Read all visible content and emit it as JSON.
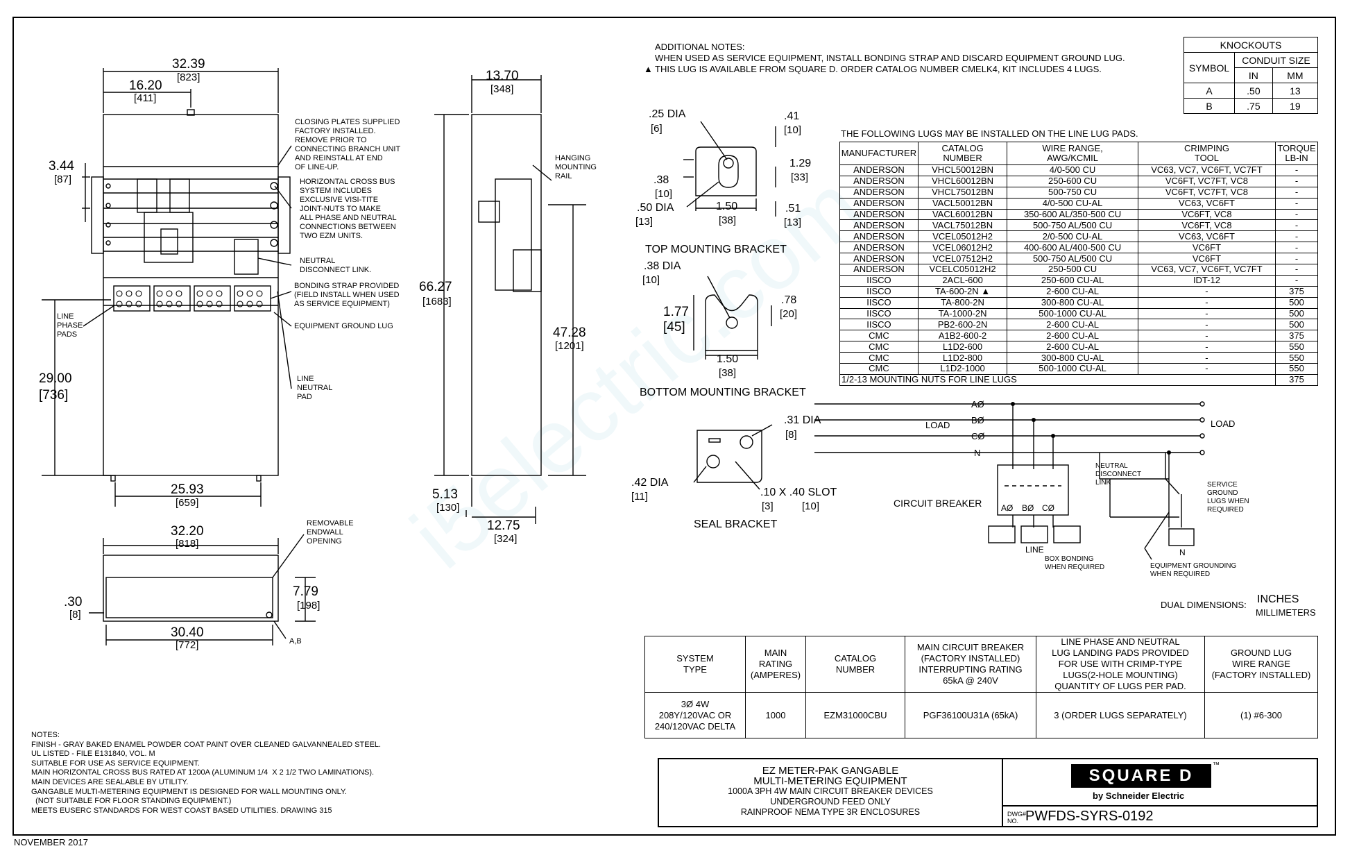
{
  "front_view": {
    "dims": {
      "width_total": "32.39",
      "width_total_mm": "[823]",
      "width_half": "16.20",
      "width_half_mm": "[411]",
      "top_offset": "3.44",
      "top_offset_mm": "[87]",
      "height_pads": "29.00",
      "height_pads_mm": "[736]",
      "base_width": "25.93",
      "base_width_mm": "[659]"
    },
    "callouts": {
      "closing_plates": "CLOSING PLATES SUPPLIED\nFACTORY INSTALLED.\nREMOVE PRIOR TO\nCONNECTING BRANCH UNIT\nAND REINSTALL AT END\nOF LINE-UP.",
      "cross_bus": "HORIZONTAL CROSS BUS\nSYSTEM INCLUDES\nEXCLUSIVE VISI-TITE\nJOINT-NUTS TO MAKE\nALL PHASE AND NEUTRAL\nCONNECTIONS BETWEEN\nTWO EZM UNITS.",
      "neutral_link": "NEUTRAL\nDISCONNECT LINK.",
      "bonding_strap": "BONDING STRAP PROVIDED\n(FIELD INSTALL WHEN USED\nAS SERVICE EQUIPMENT)",
      "ground_lug": "EQUIPMENT GROUND LUG",
      "line_neutral_pad": "LINE\nNEUTRAL\nPAD",
      "line_phase_pads": "LINE\nPHASE\nPADS"
    }
  },
  "bottom_view": {
    "dims": {
      "width": "32.20",
      "width_mm": "[818]",
      "opening_width": "30.40",
      "opening_width_mm": "[772]",
      "depth": "7.79",
      "depth_mm": "[198]",
      "offset": ".30",
      "offset_mm": "[8]"
    },
    "callouts": {
      "endwall": "REMOVABLE\nENDWALL\nOPENING",
      "knockouts": "A,B"
    }
  },
  "side_view": {
    "dims": {
      "depth": "13.70",
      "depth_mm": "[348]",
      "height": "66.27",
      "height_mm": "[1683]",
      "rail_height": "47.28",
      "rail_height_mm": "[1201]",
      "base": "5.13",
      "base_mm": "[130]",
      "bottom_depth": "12.75",
      "bottom_depth_mm": "[324]"
    },
    "callouts": {
      "rail": "HANGING\nMOUNTING\nRAIL"
    }
  },
  "brackets": {
    "top": {
      "title": "TOP MOUNTING BRACKET",
      "dia1": ".25 DIA",
      "dia1_mm": "[6]",
      "dia2": ".50 DIA",
      "dia2_mm": "[13]",
      "d1": ".41",
      "d1_mm": "[10]",
      "d2": "1.29",
      "d2_mm": "[33]",
      "d3": ".38",
      "d3_mm": "[10]",
      "d4": "1.50",
      "d4_mm": "[38]",
      "d5": ".51",
      "d5_mm": "[13]"
    },
    "bottom": {
      "title": "BOTTOM MOUNTING BRACKET",
      "dia": ".38 DIA",
      "dia_mm": "[10]",
      "h": "1.77",
      "h_mm": "[45]",
      "d1": ".78",
      "d1_mm": "[20]",
      "w": "1.50",
      "w_mm": "[38]"
    },
    "seal": {
      "title": "SEAL BRACKET",
      "dia1": ".31 DIA",
      "dia1_mm": "[8]",
      "dia2": ".42 DIA",
      "dia2_mm": "[11]",
      "slot": ".10 X .40 SLOT",
      "slot_mm": "[3]",
      "slot_mm2": "[10]"
    }
  },
  "additional_notes": {
    "heading": "ADDITIONAL NOTES:",
    "line1": "WHEN USED AS SERVICE EQUIPMENT, INSTALL BONDING STRAP AND DISCARD EQUIPMENT GROUND LUG.",
    "line2": "THIS LUG IS AVAILABLE FROM SQUARE D. ORDER CATALOG NUMBER CMELK4, KIT INCLUDES 4 LUGS.",
    "triangle": "▲"
  },
  "knockouts": {
    "title": "KNOCKOUTS",
    "symbol_header": "SYMBOL",
    "conduit_header": "CONDUIT SIZE",
    "in_header": "IN",
    "mm_header": "MM",
    "rows": [
      {
        "symbol": "A",
        "in": ".50",
        "mm": "13"
      },
      {
        "symbol": "B",
        "in": ".75",
        "mm": "19"
      }
    ]
  },
  "lug_table": {
    "intro": "THE FOLLOWING LUGS MAY BE INSTALLED ON THE LINE LUG PADS.",
    "headers": [
      "MANUFACTURER",
      "CATALOG\nNUMBER",
      "WIRE RANGE,\nAWG/KCMIL",
      "CRIMPING\nTOOL",
      "TORQUE\nLB-IN"
    ],
    "rows": [
      [
        "ANDERSON",
        "VHCL50012BN",
        "4/0-500 CU",
        "VC63, VC7, VC6FT, VC7FT",
        "-"
      ],
      [
        "ANDERSON",
        "VHCL60012BN",
        "250-600 CU",
        "VC6FT, VC7FT, VC8",
        "-"
      ],
      [
        "ANDERSON",
        "VHCL75012BN",
        "500-750 CU",
        "VC6FT, VC7FT, VC8",
        "-"
      ],
      [
        "ANDERSON",
        "VACL50012BN",
        "4/0-500 CU-AL",
        "VC63, VC6FT",
        "-"
      ],
      [
        "ANDERSON",
        "VACL60012BN",
        "350-600 AL/350-500 CU",
        "VC6FT, VC8",
        "-"
      ],
      [
        "ANDERSON",
        "VACL75012BN",
        "500-750 AL/500 CU",
        "VC6FT, VC8",
        "-"
      ],
      [
        "ANDERSON",
        "VCEL05012H2",
        "2/0-500 CU-AL",
        "VC63, VC6FT",
        "-"
      ],
      [
        "ANDERSON",
        "VCEL06012H2",
        "400-600 AL/400-500 CU",
        "VC6FT",
        "-"
      ],
      [
        "ANDERSON",
        "VCEL07512H2",
        "500-750 AL/500 CU",
        "VC6FT",
        "-"
      ],
      [
        "ANDERSON",
        "VCELC05012H2",
        "250-500 CU",
        "VC63, VC7, VC6FT, VC7FT",
        "-"
      ],
      [
        "IISCO",
        "2ACL-600",
        "250-600 CU-AL",
        "IDT-12",
        "-"
      ],
      [
        "IISCO",
        "TA-600-2N ▲",
        "2-600 CU-AL",
        "-",
        "375"
      ],
      [
        "IISCO",
        "TA-800-2N",
        "300-800 CU-AL",
        "-",
        "500"
      ],
      [
        "IISCO",
        "TA-1000-2N",
        "500-1000 CU-AL",
        "-",
        "500"
      ],
      [
        "IISCO",
        "PB2-600-2N",
        "2-600 CU-AL",
        "-",
        "500"
      ],
      [
        "CMC",
        "A1B2-600-2",
        "2-600 CU-AL",
        "-",
        "375"
      ],
      [
        "CMC",
        "L1D2-600",
        "2-600 CU-AL",
        "-",
        "550"
      ],
      [
        "CMC",
        "L1D2-800",
        "300-800 CU-AL",
        "-",
        "550"
      ],
      [
        "CMC",
        "L1D2-1000",
        "500-1000 CU-AL",
        "-",
        "550"
      ]
    ],
    "footer_label": "1/2-13 MOUNTING NUTS FOR LINE LUGS",
    "footer_torque": "375"
  },
  "schematic": {
    "a_label": "AØ",
    "b_label": "BØ",
    "c_label": "CØ",
    "n_label": "N",
    "load_left": "LOAD",
    "load_right": "LOAD",
    "neutral_link": "NEUTRAL\nDISCONNECT\nLINK",
    "service_ground": "SERVICE\nGROUND\nLUGS WHEN\nREQUIRED",
    "circuit_breaker": "CIRCUIT BREAKER",
    "ab": "AØ",
    "bb": "BØ",
    "cb": "CØ",
    "line": "LINE",
    "n": "N",
    "box_bonding": "BOX BONDING\nWHEN REQUIRED",
    "equip_grounding": "EQUIPMENT GROUNDING\nWHEN REQUIRED"
  },
  "dual_dimensions": {
    "label": "DUAL DIMENSIONS:",
    "inches": "INCHES",
    "mm": "MILLIMETERS"
  },
  "spec_table": {
    "headers": [
      "SYSTEM\nTYPE",
      "MAIN\nRATING\n(AMPERES)",
      "CATALOG\nNUMBER",
      "MAIN CIRCUIT BREAKER\n(FACTORY INSTALLED)\nINTERRUPTING RATING\n65kA @ 240V",
      "LINE PHASE AND NEUTRAL\nLUG LANDING PADS PROVIDED\nFOR USE WITH CRIMP-TYPE\nLUGS(2-HOLE MOUNTING)\nQUANTITY OF LUGS PER PAD.",
      "GROUND LUG\nWIRE RANGE\n(FACTORY INSTALLED)"
    ],
    "row": [
      "3Ø 4W\n208Y/120VAC OR\n240/120VAC DELTA",
      "1000",
      "EZM31000CBU",
      "PGF36100U31A (65kA)",
      "3 (ORDER LUGS SEPARATELY)",
      "(1) #6-300"
    ]
  },
  "notes": {
    "text": "NOTES:\nFINISH - GRAY BAKED ENAMEL POWDER COAT PAINT OVER CLEANED GALVANNEALED STEEL.\nUL LISTED - FILE E131840, VOL. M\nSUITABLE FOR USE AS SERVICE EQUIPMENT.\nMAIN HORIZONTAL CROSS BUS RATED AT 1200A (ALUMINUM 1/4  X 2 1/2 TWO LAMINATIONS).\nMAIN DEVICES ARE SEALABLE BY UTILITY.\nGANGABLE MULTI-METERING EQUIPMENT IS DESIGNED FOR WALL MOUNTING ONLY.\n  (NOT SUITABLE FOR FLOOR STANDING EQUIPMENT.)\nMEETS EUSERC STANDARDS FOR WEST COAST BASED UTILITIES. DRAWING 315"
  },
  "title_block": {
    "line1": "EZ METER-PAK GANGABLE",
    "line2": "MULTI-METERING EQUIPMENT",
    "line3": "1000A 3PH 4W MAIN CIRCUIT BREAKER DEVICES",
    "line4": "UNDERGROUND FEED ONLY",
    "line5": "RAINPROOF NEMA TYPE 3R ENCLOSURES",
    "logo": "SQUARE D",
    "tm": "™",
    "brand_sub": "by Schneider Electric",
    "dwg_label": "DWG#\nNO.",
    "dwg_no": "PWFDS-SYRS-0192"
  },
  "date": "NOVEMBER 2017"
}
